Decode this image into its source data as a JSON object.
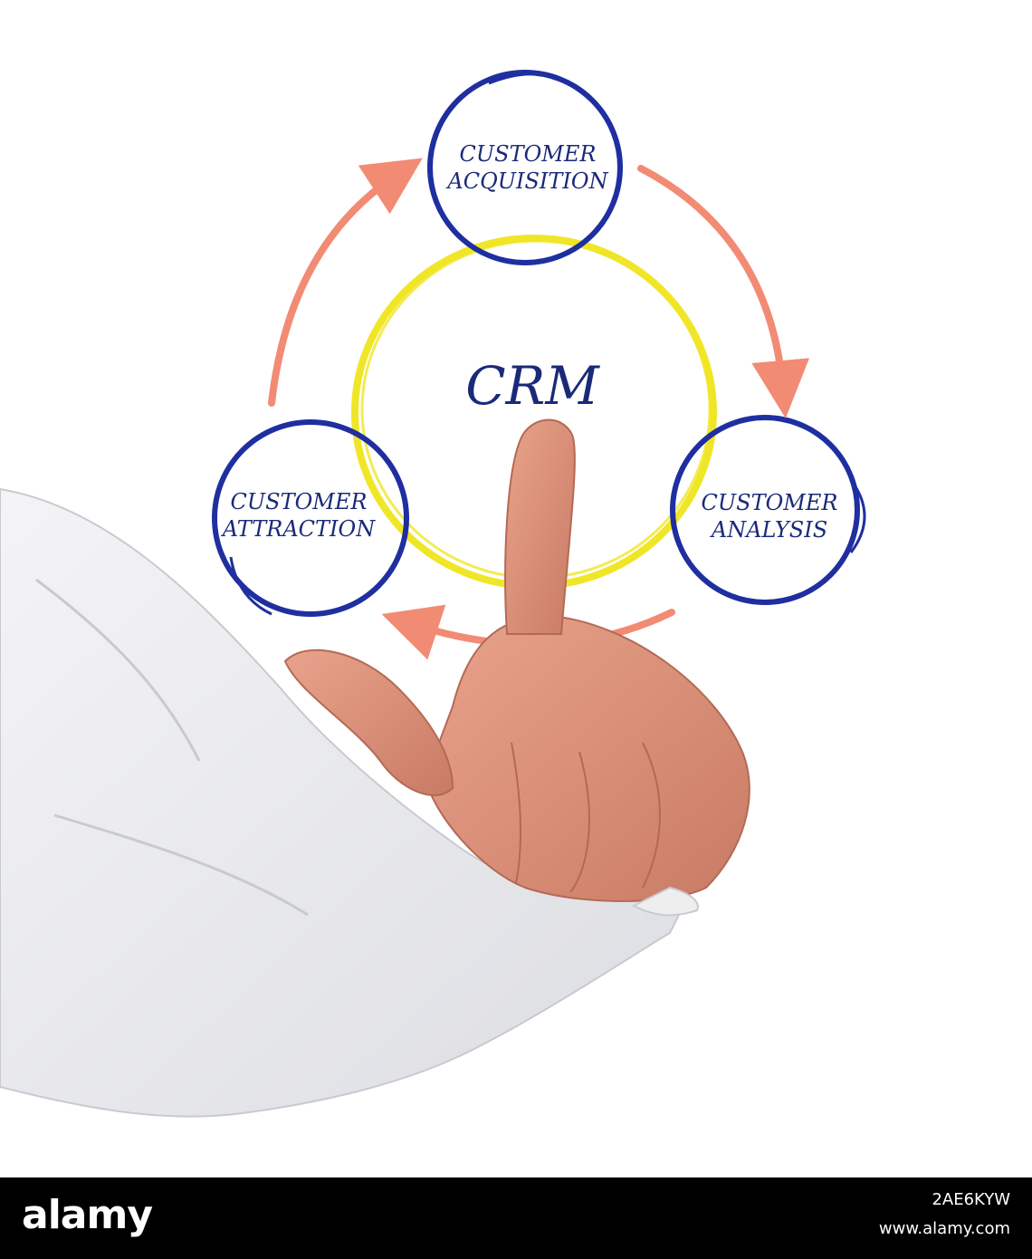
{
  "diagram": {
    "center": {
      "label": "CRM"
    },
    "nodes": [
      {
        "id": "acquisition",
        "line1": "CUSTOMER",
        "line2": "ACQUISITION"
      },
      {
        "id": "analysis",
        "line1": "CUSTOMER",
        "line2": "ANALYSIS"
      },
      {
        "id": "attraction",
        "line1": "CUSTOMER",
        "line2": "ATTRACTION"
      }
    ],
    "colors": {
      "circle_stroke": "#1f2fa0",
      "center_ring": "#f0e628",
      "arrow": "#f28b74",
      "text": "#1a2a78"
    }
  },
  "footer": {
    "brand": "alamy",
    "image_id": "2AE6KYW",
    "url": "www.alamy.com"
  }
}
